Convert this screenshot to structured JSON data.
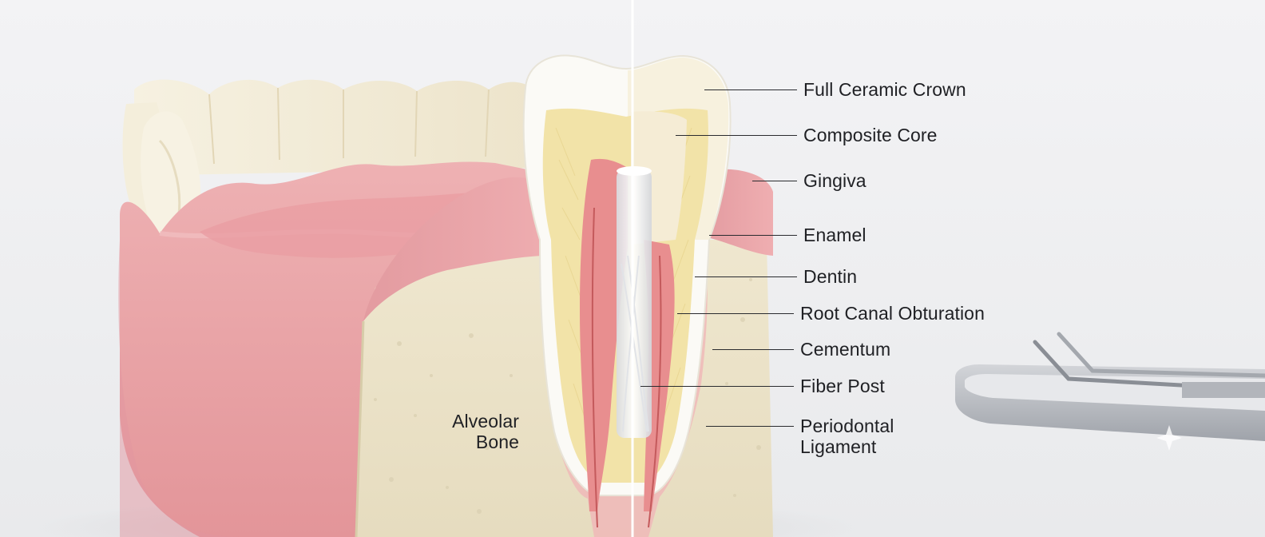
{
  "diagram": {
    "labels": {
      "full_ceramic_crown": "Full Ceramic Crown",
      "composite_core": "Composite Core",
      "gingiva": "Gingiva",
      "enamel": "Enamel",
      "dentin": "Dentin",
      "root_canal_obturation": "Root Canal Obturation",
      "cementum": "Cementum",
      "fiber_post": "Fiber Post",
      "periodontal_ligament_line1": "Periodontal",
      "periodontal_ligament_line2": "Ligament",
      "alveolar_bone_line1": "Alveolar",
      "alveolar_bone_line2": "Bone"
    },
    "colors": {
      "background": "#eeeff1",
      "gum": "#e9a3a6",
      "gum_shadow": "#d98a8f",
      "bone": "#ece3c8",
      "dentin": "#f2e2a6",
      "enamel": "#f9f8f3",
      "pulp": "#e88e8f",
      "post": "#f4f5f7",
      "tray": "#b9bcc2",
      "leader": "#2a2b2f"
    },
    "icons": [
      "dental-instrument-tray-icon",
      "sparkle-icon"
    ]
  }
}
